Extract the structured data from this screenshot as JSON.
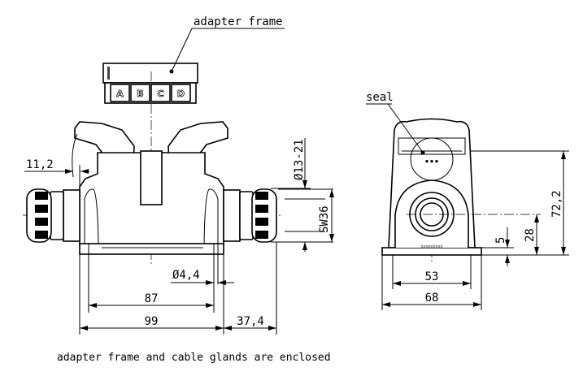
{
  "labels": {
    "adapter_frame": "adapter frame",
    "seal": "seal",
    "footer_note": "adapter frame and cable glands are enclosed"
  },
  "adapter_slots": [
    "A",
    "B",
    "C",
    "D"
  ],
  "front_view_dimensions": {
    "lever_offset": "11,2",
    "cable_diameter": "Ø13-21",
    "wrench_size": "SW36",
    "hole_diameter": "Ø4,4",
    "hole_spacing": "87",
    "base_width": "99",
    "gland_length": "37,4"
  },
  "side_view_dimensions": {
    "total_height": "72,2",
    "gland_center_height": "28",
    "base_thickness": "5",
    "hole_spacing": "53",
    "base_width": "68"
  }
}
